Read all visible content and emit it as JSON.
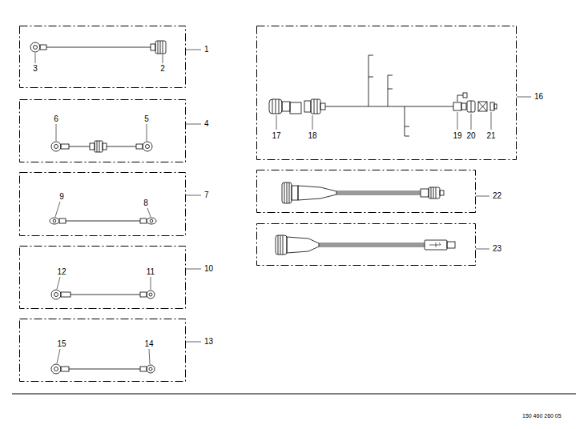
{
  "diagram": {
    "nodes": [
      {
        "text": [
          "1"
        ]
      },
      {
        "text": [
          "4"
        ]
      },
      {
        "text": [
          "7"
        ]
      },
      {
        "text": [
          "10"
        ]
      },
      {
        "text": [
          "13"
        ]
      },
      {
        "text": [
          "16"
        ]
      },
      {
        "text": [
          "22"
        ]
      },
      {
        "text": [
          "23"
        ]
      }
    ],
    "labels": [
      "3",
      "2",
      "6",
      "5",
      "9",
      "8",
      "12",
      "11",
      "15",
      "14",
      "17",
      "18",
      "19",
      "20",
      "21",
      "150 460 260 05"
    ]
  }
}
